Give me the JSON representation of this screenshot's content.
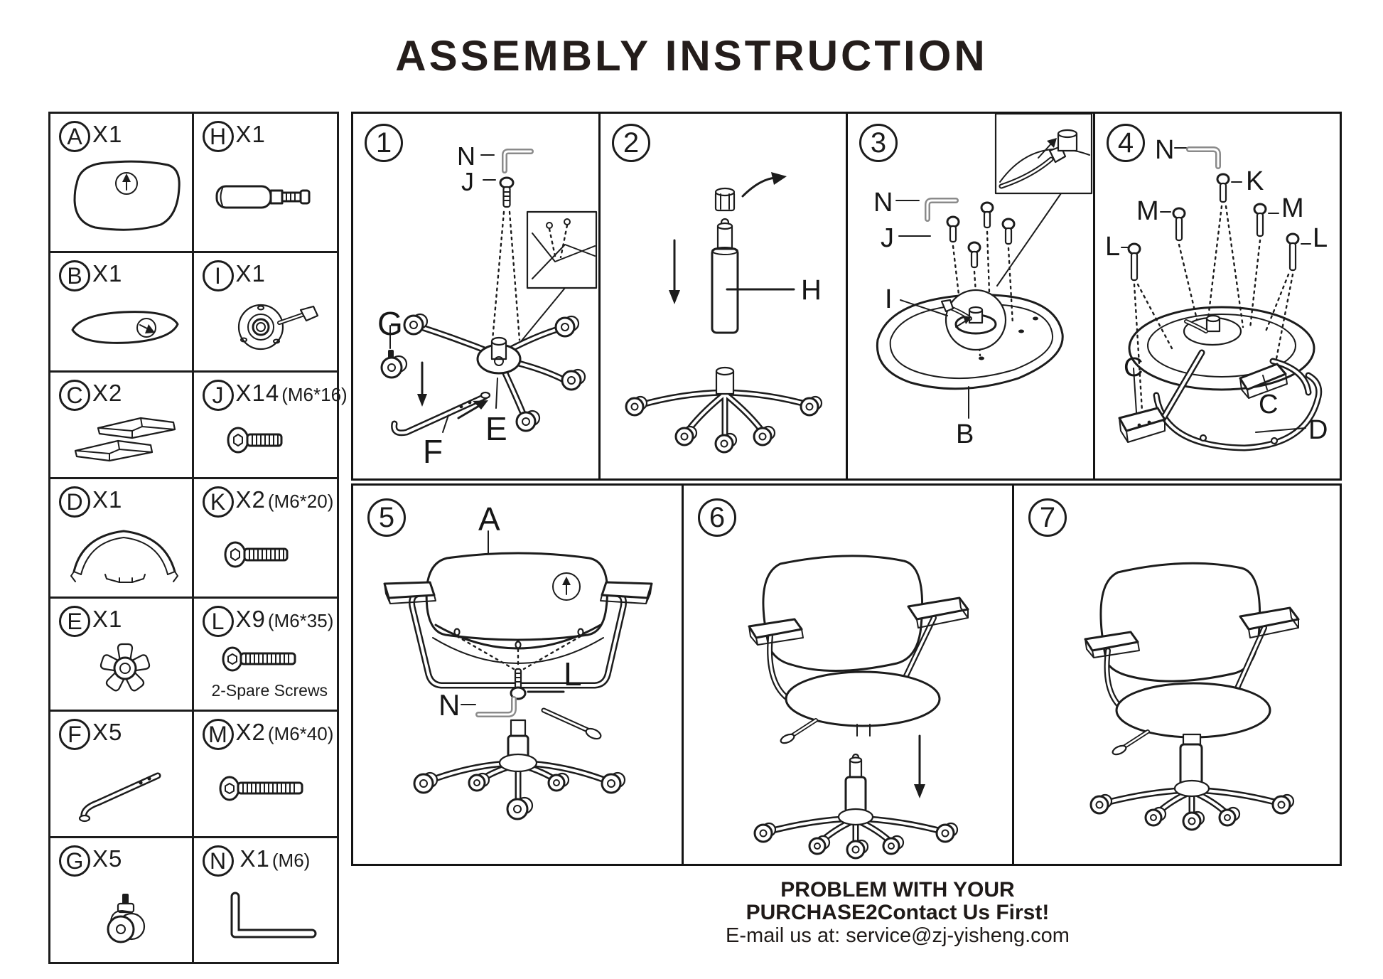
{
  "title": "ASSEMBLY INSTRUCTION",
  "parts": {
    "a": {
      "letter": "A",
      "qty": "X1"
    },
    "b": {
      "letter": "B",
      "qty": "X1"
    },
    "c": {
      "letter": "C",
      "qty": "X2"
    },
    "d": {
      "letter": "D",
      "qty": "X1"
    },
    "e": {
      "letter": "E",
      "qty": "X1"
    },
    "f": {
      "letter": "F",
      "qty": "X5"
    },
    "g": {
      "letter": "G",
      "qty": "X5"
    },
    "h": {
      "letter": "H",
      "qty": "X1"
    },
    "i": {
      "letter": "I",
      "qty": "X1"
    },
    "j": {
      "letter": "J",
      "qty": "X14",
      "size": "(M6*16)"
    },
    "k": {
      "letter": "K",
      "qty": "X2",
      "size": "(M6*20)"
    },
    "l": {
      "letter": "L",
      "qty": "X9",
      "size": "(M6*35)",
      "note": "2-Spare Screws"
    },
    "m": {
      "letter": "M",
      "qty": "X2",
      "size": "(M6*40)"
    },
    "n": {
      "letter": "N",
      "qty": "X1",
      "size": "(M6)"
    }
  },
  "steps": {
    "s1": {
      "number": "1",
      "labels": {
        "n": "N",
        "j": "J",
        "g": "G",
        "f": "F",
        "e": "E"
      }
    },
    "s2": {
      "number": "2",
      "labels": {
        "h": "H"
      }
    },
    "s3": {
      "number": "3",
      "labels": {
        "n": "N",
        "j": "J",
        "i": "I",
        "b": "B"
      }
    },
    "s4": {
      "number": "4",
      "labels": {
        "n": "N",
        "k": "K",
        "m_left": "M",
        "m_right": "M",
        "l_left": "L",
        "l_right": "L",
        "c_left": "C",
        "c_right": "C",
        "d": "D"
      }
    },
    "s5": {
      "number": "5",
      "labels": {
        "a": "A",
        "l": "L",
        "n": "N"
      }
    },
    "s6": {
      "number": "6"
    },
    "s7": {
      "number": "7"
    }
  },
  "footer": {
    "line1": "PROBLEM WITH YOUR",
    "line2": "PURCHASE2Contact Us First!",
    "line3": "E-mail us at: service@zj-yisheng.com"
  },
  "colors": {
    "ink": "#1c1c1c",
    "tool_gray": "#8a8a8a",
    "background": "#ffffff"
  }
}
